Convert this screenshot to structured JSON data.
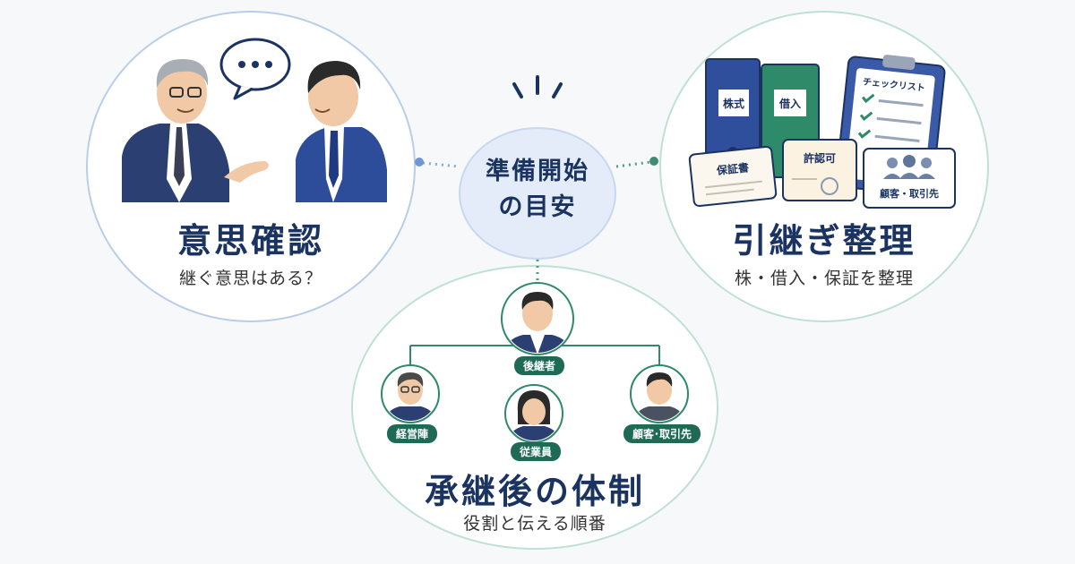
{
  "center": {
    "line1": "準備開始",
    "line2": "の目安"
  },
  "left": {
    "title": "意思確認",
    "subtitle": "継ぐ意思はある？"
  },
  "right": {
    "title": "引継ぎ整理",
    "subtitle": "株・借入・保証を整理",
    "binder1": "株式",
    "binder2": "借入",
    "checklist": "チェックリスト",
    "card1": "保証書",
    "card2": "許認可",
    "card3": "顧客・取引先"
  },
  "bottom": {
    "title": "承継後の体制",
    "subtitle": "役割と伝える順番",
    "successor": "後継者",
    "management": "経営陣",
    "employees": "従業員",
    "clients": "顧客･取引先"
  },
  "colors": {
    "navy": "#1a3361",
    "green": "#1f6a55",
    "blue_ring": "#b9cde9",
    "green_ring": "#bfe0d3"
  }
}
